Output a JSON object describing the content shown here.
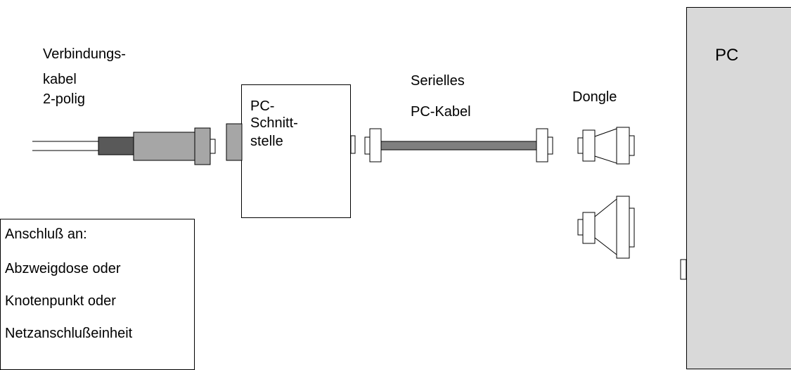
{
  "labels": {
    "cable_title": [
      "Verbindungs-",
      "kabel",
      "2-polig"
    ],
    "interface": [
      "PC-",
      "Schnitt-",
      "stelle"
    ],
    "serial_cable": [
      "Serielles",
      "PC-Kabel"
    ],
    "dongle": "Dongle",
    "pc": "PC"
  },
  "info_box": {
    "lines": [
      "Anschluß an:",
      "Abzweigdose oder",
      "Knotenpunkt oder",
      "Netzanschlußeinheit"
    ]
  },
  "colors": {
    "pc_fill": "#d9d9d9",
    "plug_body": "#a6a6a6",
    "plug_dark": "#595959",
    "serial_cable": "#7f7f7f"
  }
}
